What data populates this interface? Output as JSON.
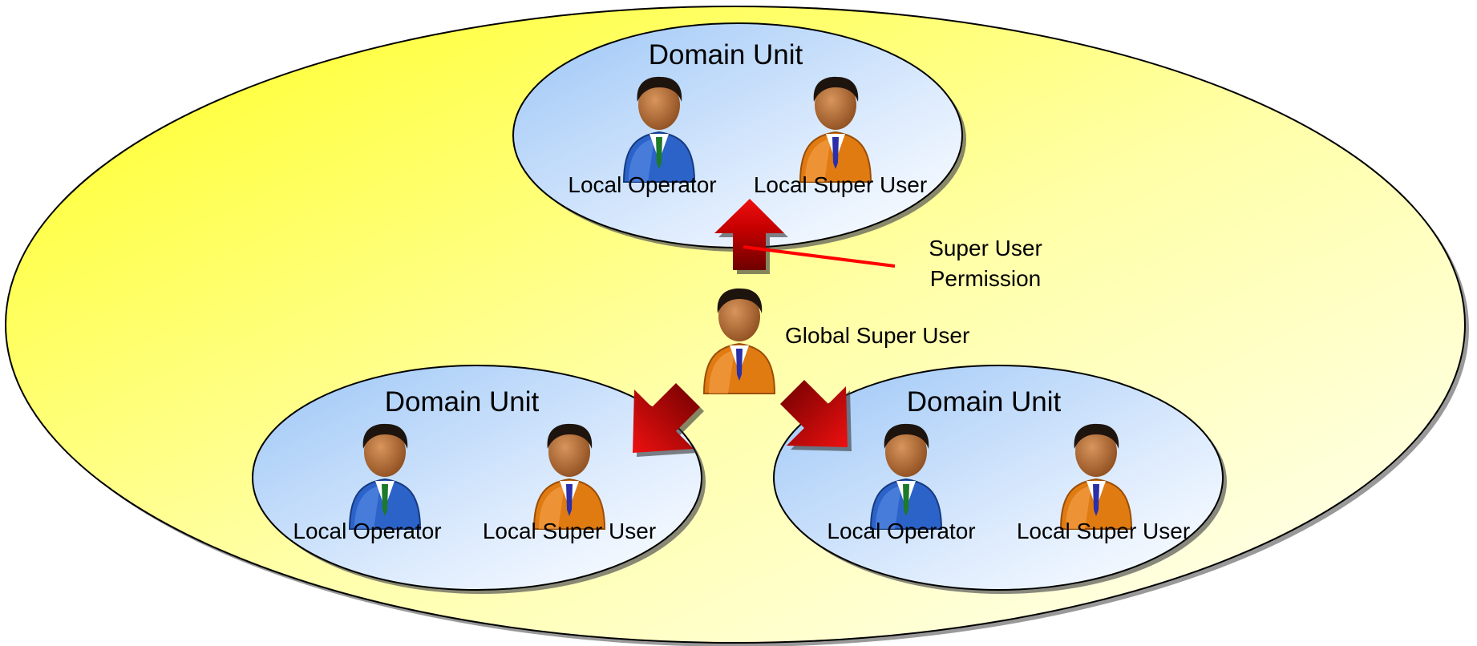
{
  "diagram": {
    "domains": [
      {
        "title": "Domain Unit",
        "users": [
          {
            "label": "Local Operator",
            "role": "operator",
            "suit_color": "#2c63c9"
          },
          {
            "label": "Local Super User",
            "role": "super",
            "suit_color": "#e07b12"
          }
        ]
      },
      {
        "title": "Domain Unit",
        "users": [
          {
            "label": "Local Operator",
            "role": "operator",
            "suit_color": "#2c63c9"
          },
          {
            "label": "Local Super User",
            "role": "super",
            "suit_color": "#e07b12"
          }
        ]
      },
      {
        "title": "Domain Unit",
        "users": [
          {
            "label": "Local Operator",
            "role": "operator",
            "suit_color": "#2c63c9"
          },
          {
            "label": "Local Super User",
            "role": "super",
            "suit_color": "#e07b12"
          }
        ]
      }
    ],
    "global_user": {
      "label": "Global Super User",
      "role": "super",
      "suit_color": "#e07b12"
    },
    "annotation": {
      "line1": "Super User",
      "line2": "Permission"
    },
    "colors": {
      "outer_fill_start": "#ffff33",
      "outer_fill_end": "#ffffdd",
      "domain_fill_start": "#a8ccf5",
      "domain_fill_end": "#ffffff",
      "arrow_dark": "#7a0000",
      "arrow_light": "#e30000",
      "annotation_line": "#ff0000"
    },
    "icons": [
      "person-icon",
      "up-arrow-icon",
      "down-left-arrow-icon",
      "down-right-arrow-icon"
    ]
  }
}
